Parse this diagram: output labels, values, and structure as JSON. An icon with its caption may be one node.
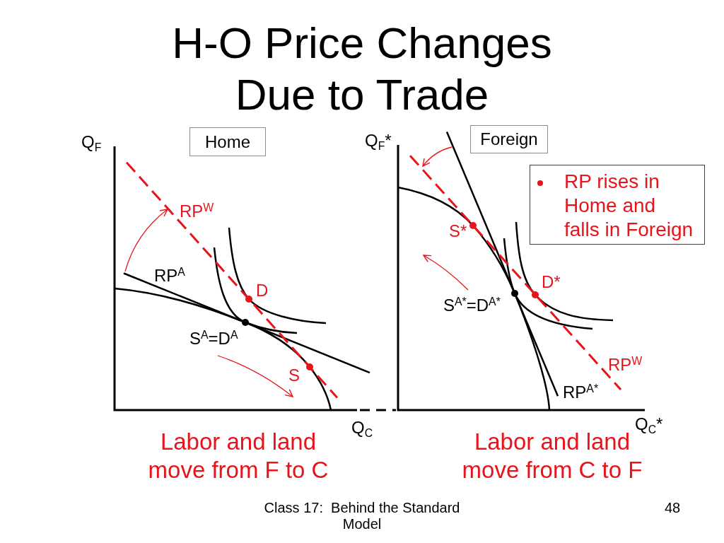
{
  "diagram": {
    "title": "H-O Price Changes Due to Trade",
    "nodes": [
      {
        "text": [
          "Home"
        ]
      },
      {
        "text": [
          "Foreign"
        ]
      },
      {
        "text": [
          "RP rises in Home and falls in Foreign"
        ]
      }
    ],
    "labels": [
      "Q$_{F}$",
      "Q$_{F}$*",
      "RP$^{W}$",
      "S*",
      "RP$^{A}$",
      "D*",
      "D",
      "S$^{A*}$=D$^{A*}$",
      "S$^{A}$=D$^{A}$",
      "RP$^{W}$",
      "S",
      "RP$^{A*}$",
      "Q$_{C}$",
      "Q$_{C}$*",
      "Labor and land move from F to C",
      "Labor and land move from C to F",
      "Class 17:  Behind the Standard Model",
      "48"
    ]
  }
}
